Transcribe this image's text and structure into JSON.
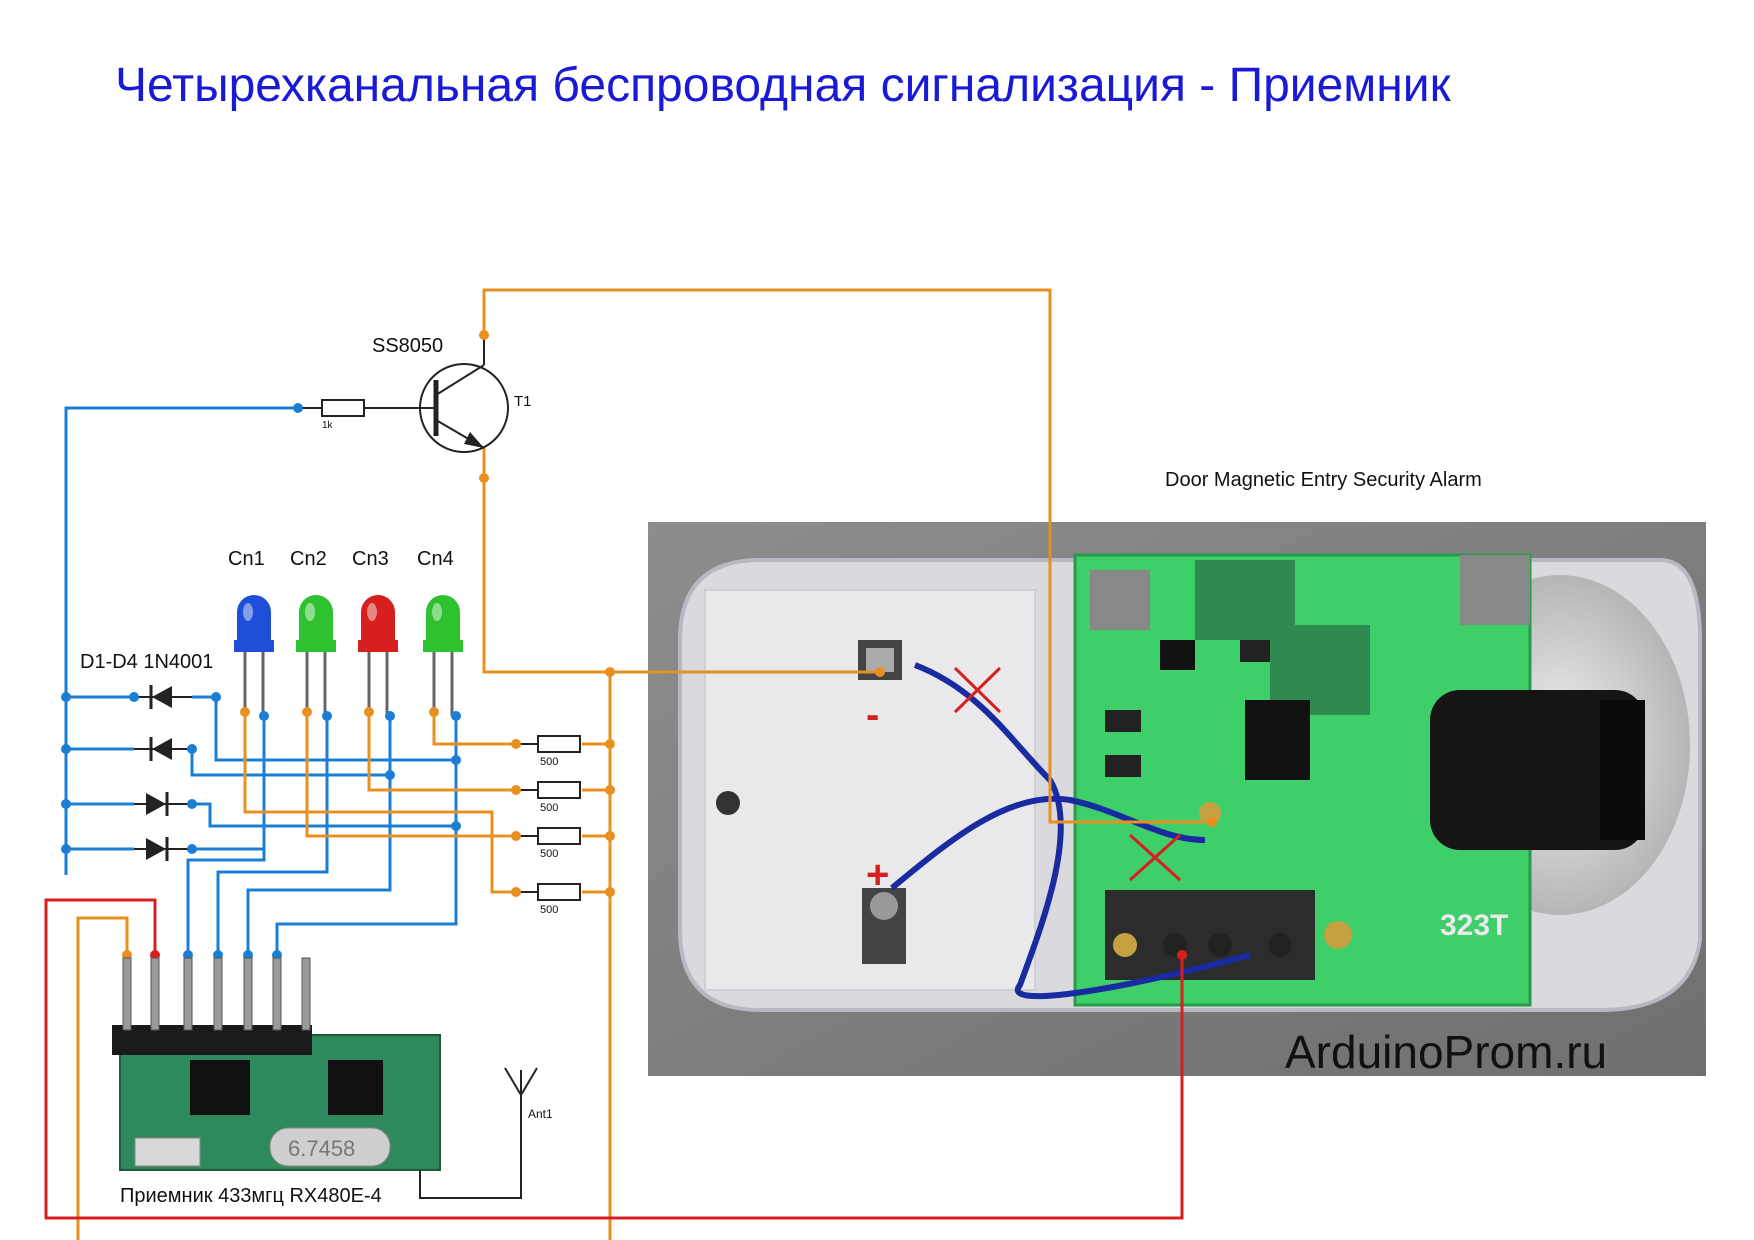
{
  "title": "Четырехканальная беспроводная сигнализация - Приемник",
  "transistor": {
    "model": "SS8050",
    "ref": "T1"
  },
  "base_resistor": {
    "value": "1k"
  },
  "leds": [
    {
      "label": "Cn1",
      "color": "#1f4fd8"
    },
    {
      "label": "Cn2",
      "color": "#2fc22f"
    },
    {
      "label": "Cn3",
      "color": "#d81f1f"
    },
    {
      "label": "Cn4",
      "color": "#2fc22f"
    }
  ],
  "diodes": {
    "label": "D1-D4 1N4001"
  },
  "led_resistors": [
    "500",
    "500",
    "500",
    "500"
  ],
  "antenna": {
    "ref": "Ant1"
  },
  "receiver": {
    "label": "Приемник 433мгц RX480E-4",
    "crystal_text": "6.7458"
  },
  "alarm": {
    "label": "Door Magnetic Entry Security Alarm",
    "minus": "-",
    "plus": "+",
    "pcb_text": "323T"
  },
  "watermark": "ArduinoProm.ru",
  "colors": {
    "orange": "#e8901f",
    "blue": "#1a7fd4",
    "red": "#d81f1f",
    "title": "#1a1ad6",
    "pcb": "#3fcf6a"
  }
}
